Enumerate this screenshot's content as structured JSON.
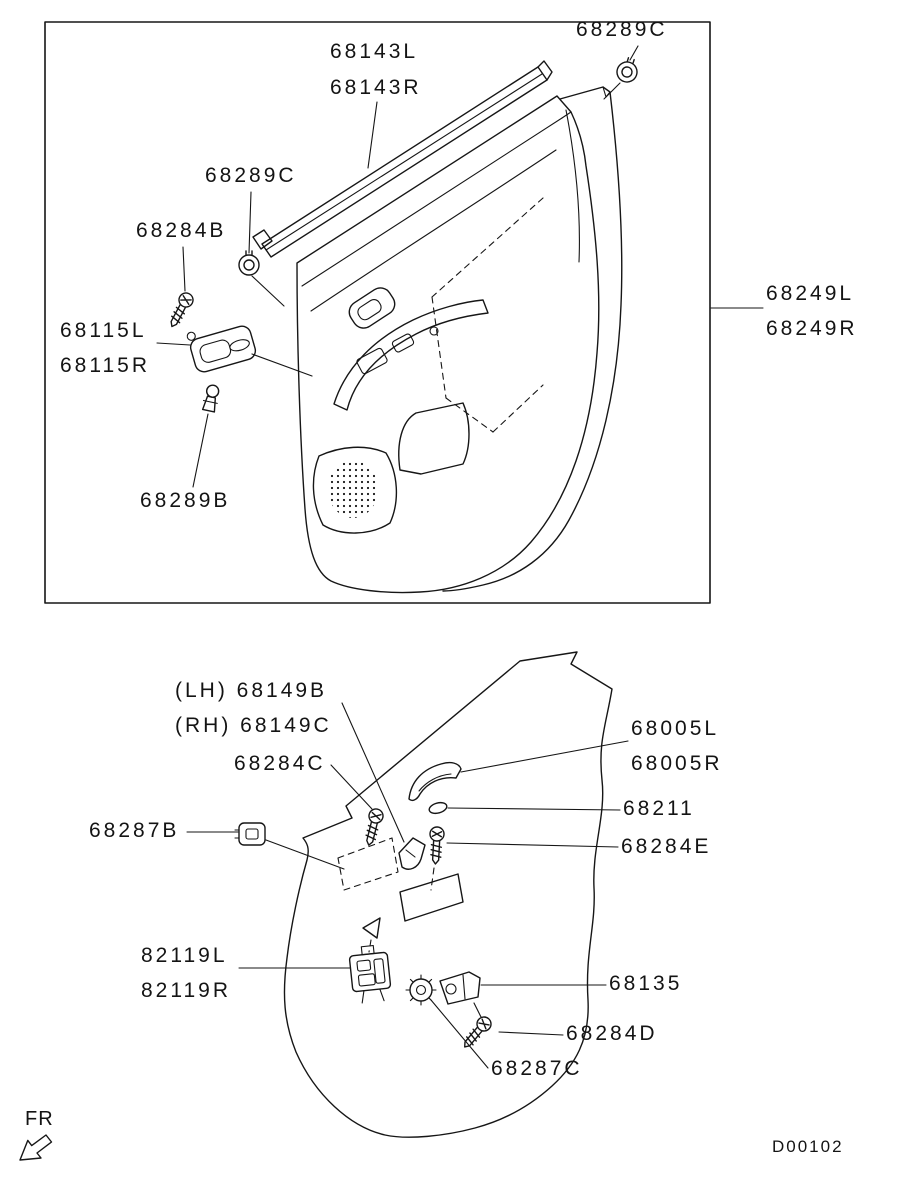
{
  "diagram": {
    "drawing_code": "D00102",
    "orientation_label": "FR",
    "top_view": {
      "clip_top": "68289C",
      "weatherstrip_left": "68143L",
      "weatherstrip_right": "68143R",
      "clip_mid": "68289C",
      "screw_b": "68284B",
      "handle_left": "68115L",
      "handle_right": "68115R",
      "clip_bottom": "68289B",
      "trim_panel_left": "68249L",
      "trim_panel_right": "68249R"
    },
    "bottom_view": {
      "bracket_lh": "(LH) 68149B",
      "bracket_rh": "(RH) 68149C",
      "screw_c": "68284C",
      "bezel_left": "68005L",
      "bezel_right": "68005R",
      "clip_211": "68211",
      "screw_e": "68284E",
      "grommet_b": "68287B",
      "switch_left": "82119L",
      "switch_right": "82119R",
      "bracket_135": "68135",
      "screw_d": "68284D",
      "grommet_c": "68287C"
    }
  }
}
